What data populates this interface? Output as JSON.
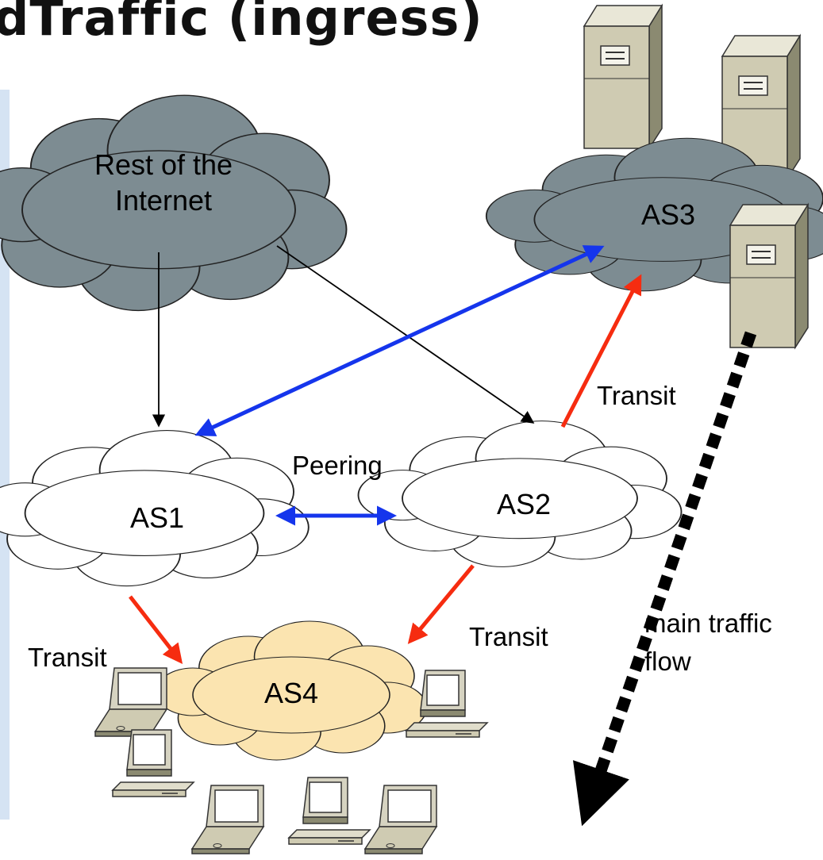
{
  "slide": {
    "title": "dTraffic (ingress)"
  },
  "nodes": {
    "rest": {
      "line1": "Rest of the",
      "line2": "Internet"
    },
    "as1": "AS1",
    "as2": "AS2",
    "as3": "AS3",
    "as4": "AS4"
  },
  "labels": {
    "peering": "Peering",
    "transit_as2_as3": "Transit",
    "transit_as1_as4": "Transit",
    "transit_as2_as4": "Transit",
    "main_flow_line1": "main traffic",
    "main_flow_line2": "flow"
  },
  "colors": {
    "dark_cloud": "#7d8c92",
    "as4_cloud": "#fbe4b0",
    "blue_link": "#1535ec",
    "red_link": "#f62c10",
    "server": "#cfcbb2",
    "background_bar": "#d5e3f3"
  }
}
